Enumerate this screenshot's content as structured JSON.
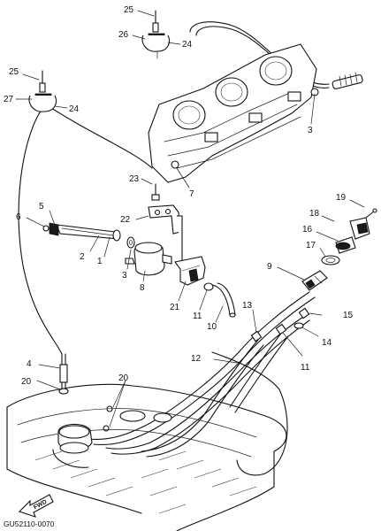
{
  "diagram": {
    "drawing_code": "GU52110-0070",
    "direction_label": "FWD",
    "callouts": {
      "c1": "1",
      "c2": "2",
      "c3a": "3",
      "c3b": "3",
      "c4": "4",
      "c5": "5",
      "c6": "6",
      "c7": "7",
      "c8": "8",
      "c9": "9",
      "c10": "10",
      "c11a": "11",
      "c11b": "11",
      "c12": "12",
      "c13": "13",
      "c14": "14",
      "c15": "15",
      "c16": "16",
      "c17": "17",
      "c18": "18",
      "c19": "19",
      "c20a": "20",
      "c20b": "20",
      "c21": "21",
      "c22": "22",
      "c23": "23",
      "c24a": "24",
      "c24b": "24",
      "c25a": "25",
      "c25b": "25",
      "c26": "26",
      "c27": "27"
    }
  }
}
